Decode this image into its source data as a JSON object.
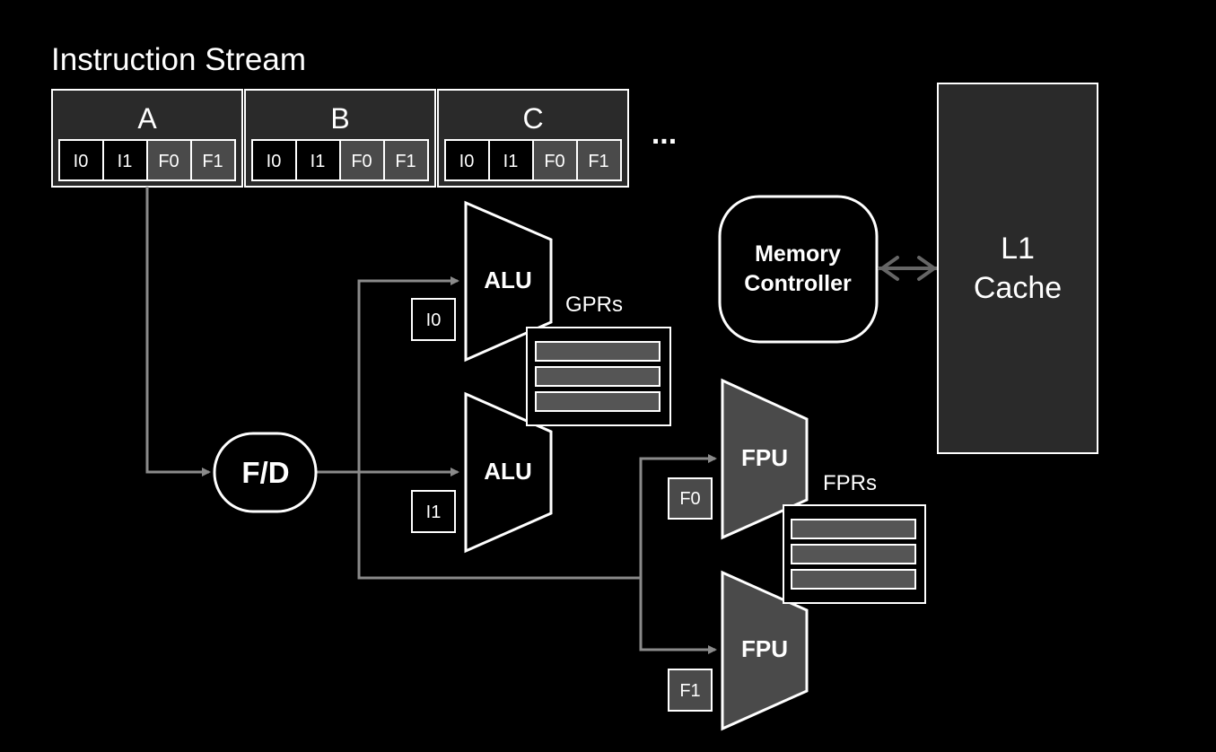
{
  "title": "Instruction Stream",
  "ellipsis": "...",
  "instructions": [
    {
      "name": "A",
      "slots": [
        "I0",
        "I1",
        "F0",
        "F1"
      ]
    },
    {
      "name": "B",
      "slots": [
        "I0",
        "I1",
        "F0",
        "F1"
      ]
    },
    {
      "name": "C",
      "slots": [
        "I0",
        "I1",
        "F0",
        "F1"
      ]
    }
  ],
  "fetch_decode": "F/D",
  "alus": [
    {
      "label": "ALU",
      "tag": "I0"
    },
    {
      "label": "ALU",
      "tag": "I1"
    }
  ],
  "fpus": [
    {
      "label": "FPU",
      "tag": "F0"
    },
    {
      "label": "FPU",
      "tag": "F1"
    }
  ],
  "gprs_label": "GPRs",
  "fprs_label": "FPRs",
  "memory_controller": {
    "line1": "Memory",
    "line2": "Controller"
  },
  "cache": {
    "line1": "L1",
    "line2": "Cache"
  },
  "colors": {
    "background": "#000000",
    "foreground": "#ffffff",
    "panel": "#2a2a2a",
    "float_slot": "#4a4a4a",
    "fpu_fill": "#4a4a4a",
    "register_row": "#555555",
    "wire": "#8a8a8a"
  }
}
